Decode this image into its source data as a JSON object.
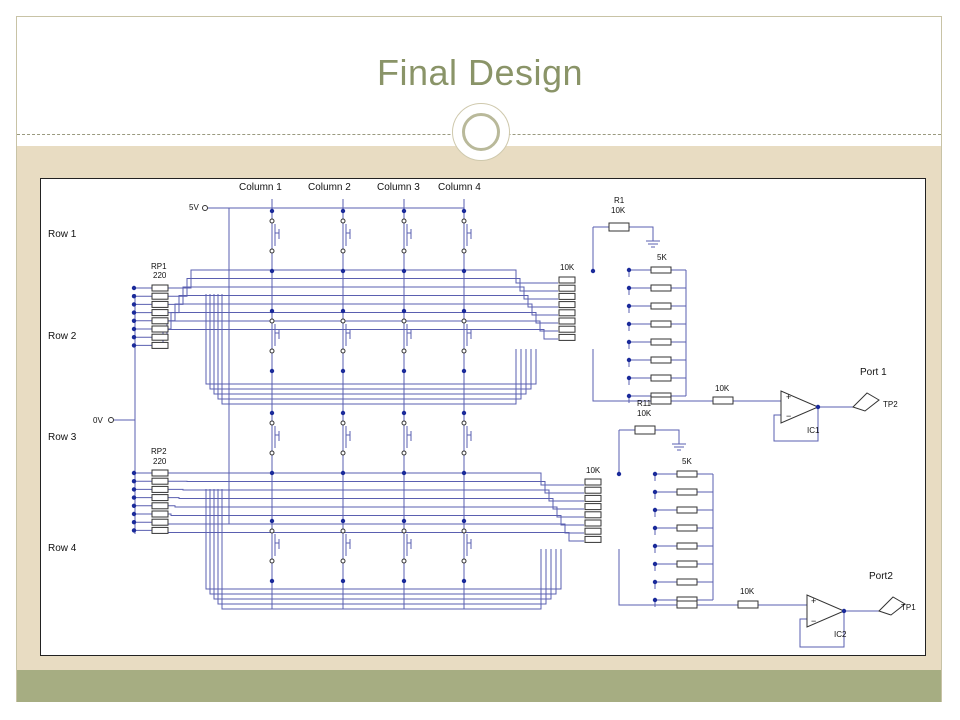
{
  "slide": {
    "title": "Final Design"
  },
  "schematic": {
    "columns": [
      "Column 1",
      "Column 2",
      "Column 3",
      "Column 4"
    ],
    "rows": [
      "Row 1",
      "Row 2",
      "Row 3",
      "Row 4"
    ],
    "supply": "5V",
    "ground": "0V",
    "rp1_name": "RP1",
    "rp1_value": "220",
    "rp2_name": "RP2",
    "rp2_value": "220",
    "r1_name": "R1",
    "r1_value": "10K",
    "r11_name": "R11",
    "r11_value": "10K",
    "ladder_top_value": "10K",
    "ladder_bottom_value": "10K",
    "ladder_top_ground_value": "5K",
    "ladder_bottom_ground_value": "5K",
    "top_input_resistor": "10K",
    "bottom_input_resistor": "10K",
    "ic1": "IC1",
    "ic2": "IC2",
    "port1": "Port 1",
    "port2": "Port2",
    "tp2": "TP2",
    "tp1": "TP1",
    "opamp_plus": "+",
    "opamp_minus": "−"
  },
  "colors": {
    "wire": "#5a5fb0",
    "node": "#1a2a9a",
    "title": "#8a9468",
    "band": "#e8dcc2",
    "footer": "#a6ad82"
  }
}
